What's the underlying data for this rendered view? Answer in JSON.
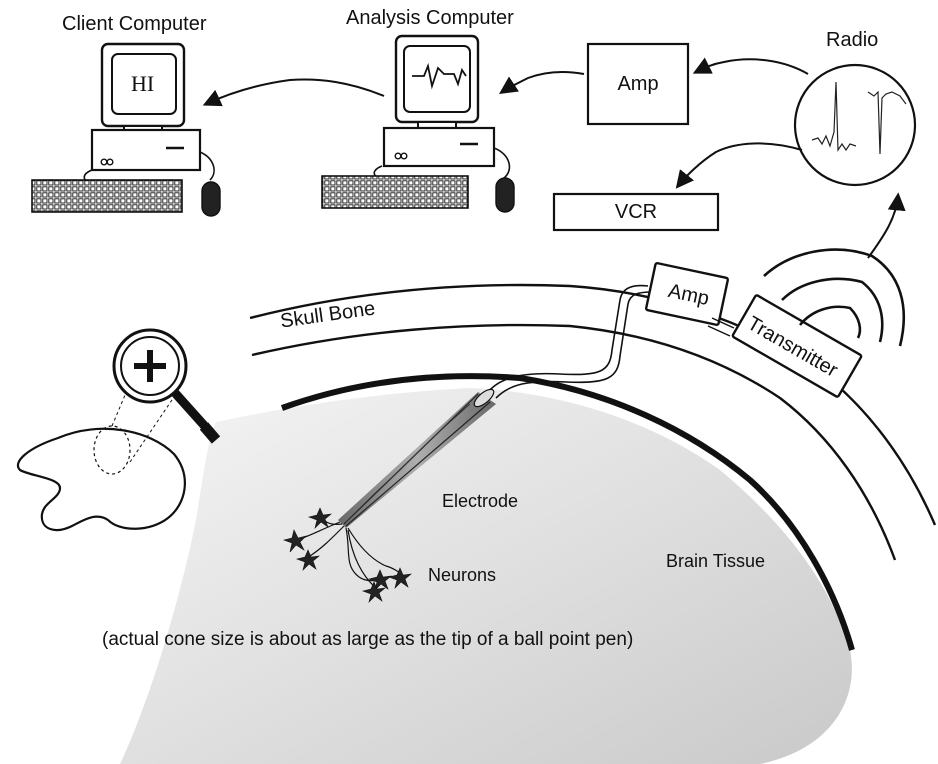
{
  "labels": {
    "client_computer": "Client Computer",
    "analysis_computer": "Analysis Computer",
    "radio": "Radio",
    "amp_receiver": "Amp",
    "vcr": "VCR",
    "screen_text": "HI",
    "skull_bone": "Skull Bone",
    "amp_head": "Amp",
    "transmitter": "Transmitter",
    "electrode": "Electrode",
    "neurons": "Neurons",
    "brain_tissue": "Brain Tissue",
    "caption": "(actual cone size is about as large as the tip of a ball point pen)"
  },
  "colors": {
    "stroke": "#111111",
    "tissue_light": "#f2f2f2",
    "tissue_dark": "#cfcfcf",
    "electrode_shade": "#7a7a7a"
  },
  "icons": [
    "magnifier-plus-icon",
    "keyboard-icon",
    "mouse-icon",
    "monitor-icon",
    "signal-waves-icon"
  ]
}
